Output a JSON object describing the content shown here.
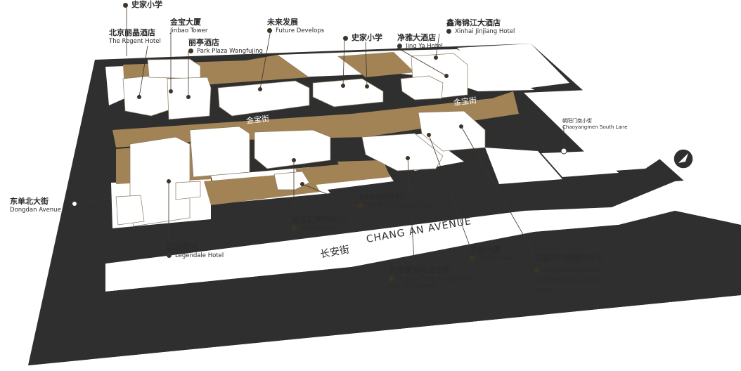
{
  "colors": {
    "road": "#2f2f2f",
    "block": "#ffffff",
    "accent": "#a18356",
    "marker": "#3d3427",
    "building_line": "#8a7a63"
  },
  "streets": {
    "jinbao_left": "金宝街",
    "jinbao_right": "金宝街",
    "changan_zh": "长安街",
    "changan_en": "CHANG AN AVENUE"
  },
  "compass": {
    "label": "北"
  },
  "places": [
    {
      "id": "shijia-primary-top",
      "zh": "史家小学",
      "en": ""
    },
    {
      "id": "jinbao-tower",
      "zh": "金宝大厦",
      "en": "Jinbao Tower"
    },
    {
      "id": "regent-hotel",
      "zh": "北京丽晶酒店",
      "en": "The Regent Hotel"
    },
    {
      "id": "park-plaza",
      "zh": "丽亭酒店",
      "en": "Park Plaza Wangfujing"
    },
    {
      "id": "future-develops",
      "zh": "未来发展",
      "en": "Future Develops"
    },
    {
      "id": "shijia-primary",
      "zh": "史家小学",
      "en": ""
    },
    {
      "id": "jing-ya-hotel",
      "zh": "净雅大酒店",
      "en": "Jing Ya Hotel"
    },
    {
      "id": "xinhai-jinjiang",
      "zh": "鑫海锦江大酒店",
      "en": "Xinhai Jinjiang Hotel"
    },
    {
      "id": "chaoyangmen-south-lane",
      "zh": "朝阳门南小街",
      "en": "Chaoyangmen South Lane"
    },
    {
      "id": "dongdan-avenue",
      "zh": "东单北大街",
      "en": "Dongdan Avenue"
    },
    {
      "id": "hidden-city",
      "zh": "1949四合院",
      "en": "1949 The Hidden City"
    },
    {
      "id": "jinbao-place",
      "zh": "金宝汇购物中心",
      "en": "Jinbao Place"
    },
    {
      "id": "legendale-hotel",
      "zh": "励骏酒店",
      "en": "Legendale Hotel"
    },
    {
      "id": "hua-li-tower",
      "zh": "华丽大厦",
      "en": "Hua Li Tower"
    },
    {
      "id": "jockey-club",
      "zh": "北京香港马会会所",
      "en": "Beijing Hong Kong Jockey",
      "en2": "Club ClubHouse"
    },
    {
      "id": "dongcheng-center",
      "zh": "东城区行政服务中心",
      "en": "Dongcheng District",
      "en2": "Administrative Service",
      "en3": "Center"
    }
  ]
}
